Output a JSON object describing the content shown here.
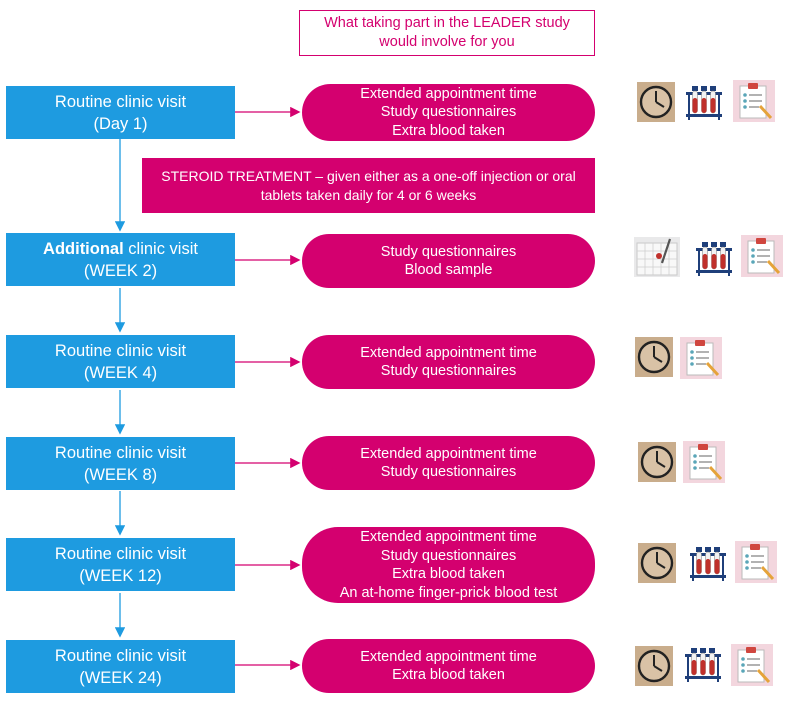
{
  "title": {
    "line1": "What taking part in the LEADER study",
    "line2": "would involve for you"
  },
  "steroid": {
    "line1": "STEROID TREATMENT – given either as a one-off injection or oral",
    "line2": "tablets taken daily for 4 or 6 weeks"
  },
  "visits": [
    {
      "prefix": "",
      "bold": "",
      "rest": "Routine clinic visit",
      "when": "(Day 1)"
    },
    {
      "prefix": "",
      "bold": "Additional",
      "rest": " clinic visit",
      "when": "(WEEK 2)"
    },
    {
      "prefix": "",
      "bold": "",
      "rest": "Routine clinic visit",
      "when": "(WEEK 4)"
    },
    {
      "prefix": "",
      "bold": "",
      "rest": "Routine clinic visit",
      "when": "(WEEK 8)"
    },
    {
      "prefix": "",
      "bold": "",
      "rest": "Routine clinic visit",
      "when": "(WEEK 12)"
    },
    {
      "prefix": "",
      "bold": "",
      "rest": "Routine clinic visit",
      "when": "(WEEK 24)"
    }
  ],
  "activities": [
    [
      "Extended appointment time",
      "Study questionnaires",
      "Extra blood taken"
    ],
    [
      "Study questionnaires",
      "Blood sample"
    ],
    [
      "Extended appointment time",
      "Study questionnaires"
    ],
    [
      "Extended appointment time",
      "Study questionnaires"
    ],
    [
      "Extended appointment time",
      "Study questionnaires",
      "Extra blood taken",
      "An at-home finger-prick blood test"
    ],
    [
      "Extended appointment time",
      "Extra blood taken"
    ]
  ],
  "icons": [
    [
      "clock-icon",
      "blood-tubes-icon",
      "clipboard-icon"
    ],
    [
      "calendar-icon",
      "blood-tubes-icon",
      "clipboard-icon"
    ],
    [
      "clock-icon",
      "clipboard-icon"
    ],
    [
      "clock-icon",
      "clipboard-icon"
    ],
    [
      "clock-icon",
      "blood-tubes-icon",
      "clipboard-icon"
    ],
    [
      "clock-icon",
      "blood-tubes-icon",
      "clipboard-icon"
    ]
  ],
  "colors": {
    "visit_blue": "#1e9be0",
    "magenta": "#d4006f"
  }
}
